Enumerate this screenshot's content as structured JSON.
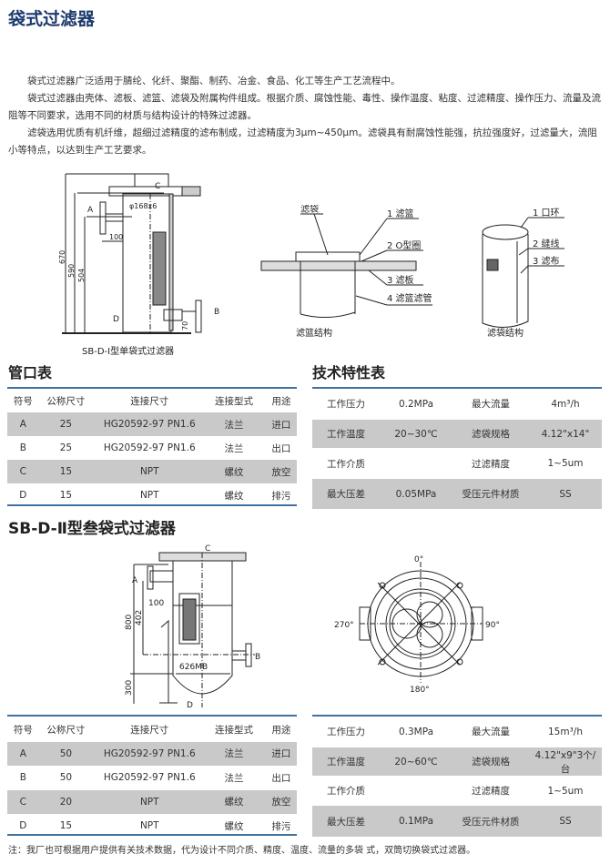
{
  "title": "袋式过滤器",
  "intro": [
    "　　袋式过滤器广泛适用于腈纶、化纤、聚酯、制药、冶金、食品、化工等生产工艺流程中。",
    "　　袋式过滤器由壳体、滤板、滤篮、滤袋及附属构件组成。根据介质、腐蚀性能、毒性、操作温度、粘度、过滤精度、操作压力、流量及流阻等不同要求，选用不同的材质与结构设计的特殊过滤器。",
    "　　滤袋选用优质有机纤维，超细过滤精度的滤布制成，过滤精度为3μm~450μm。滤袋具有耐腐蚀性能强，抗拉强度好，过滤量大，流阻小等特点，以达到生产工艺要求。"
  ],
  "diagram1": {
    "caption": "SB-D-Ⅰ型单袋式过滤器",
    "labels": {
      "a": "A",
      "b": "B",
      "c": "C",
      "d": "D",
      "dia": "φ168x6",
      "d100": "100",
      "d670": "670",
      "d590": "590",
      "d504": "504",
      "d70": "70"
    }
  },
  "basket": {
    "caption": "滤篮结构",
    "bag": "滤袋",
    "l1": "1 滤篮",
    "l2": "2 O型圈",
    "l3": "3 滤板",
    "l4": "4 滤篮滤管"
  },
  "bag": {
    "caption": "滤袋结构",
    "l1": "1 口环",
    "l2": "2 缝线",
    "l3": "3 滤布"
  },
  "section1": {
    "ports_title": "管口表",
    "tech_title": "技术特性表"
  },
  "ports_headers": [
    "符号",
    "公称尺寸",
    "连接尺寸",
    "连接型式",
    "用途"
  ],
  "ports1": [
    [
      "A",
      "25",
      "HG20592-97 PN1.6",
      "法兰",
      "进口"
    ],
    [
      "B",
      "25",
      "HG20592-97 PN1.6",
      "法兰",
      "出口"
    ],
    [
      "C",
      "15",
      "NPT",
      "螺纹",
      "放空"
    ],
    [
      "D",
      "15",
      "NPT",
      "螺纹",
      "排污"
    ]
  ],
  "tech1": [
    [
      "工作压力",
      "0.2MPa",
      "最大流量",
      "4m³/h"
    ],
    [
      "工作温度",
      "20~30℃",
      "滤袋规格",
      "4.12\"x14\""
    ],
    [
      "工作介质",
      "",
      "过滤精度",
      "1~5um"
    ],
    [
      "最大压差",
      "0.05MPa",
      "受压元件材质",
      "SS"
    ]
  ],
  "section2_title": "SB-D-Ⅱ型叁袋式过滤器",
  "diagram2": {
    "a": "A",
    "b": "B",
    "c": "C",
    "d": "D",
    "d100": "100",
    "d800": "800",
    "d402": "402",
    "d300": "300",
    "d626": "626MB",
    "a0": "0°",
    "a90": "90°",
    "a180": "180°",
    "a270": "270°"
  },
  "ports2": [
    [
      "A",
      "50",
      "HG20592-97 PN1.6",
      "法兰",
      "进口"
    ],
    [
      "B",
      "50",
      "HG20592-97 PN1.6",
      "法兰",
      "出口"
    ],
    [
      "C",
      "20",
      "NPT",
      "螺纹",
      "放空"
    ],
    [
      "D",
      "15",
      "NPT",
      "螺纹",
      "排污"
    ]
  ],
  "tech2": [
    [
      "工作压力",
      "0.3MPa",
      "最大流量",
      "15m³/h"
    ],
    [
      "工作温度",
      "20~60℃",
      "滤袋规格",
      "4.12\"x9\"3个/台"
    ],
    [
      "工作介质",
      "",
      "过滤精度",
      "1~5um"
    ],
    [
      "最大压差",
      "0.1MPa",
      "受压元件材质",
      "SS"
    ]
  ],
  "note": "注：我厂也可根据用户提供有关技术数据，代为设计不同介质、精度、温度、流量的多袋 式，双筒切换袋式过滤器。",
  "colors": {
    "title": "#1c3a6e",
    "rule": "#3f6fa3",
    "gray": "#c9c9c9"
  }
}
